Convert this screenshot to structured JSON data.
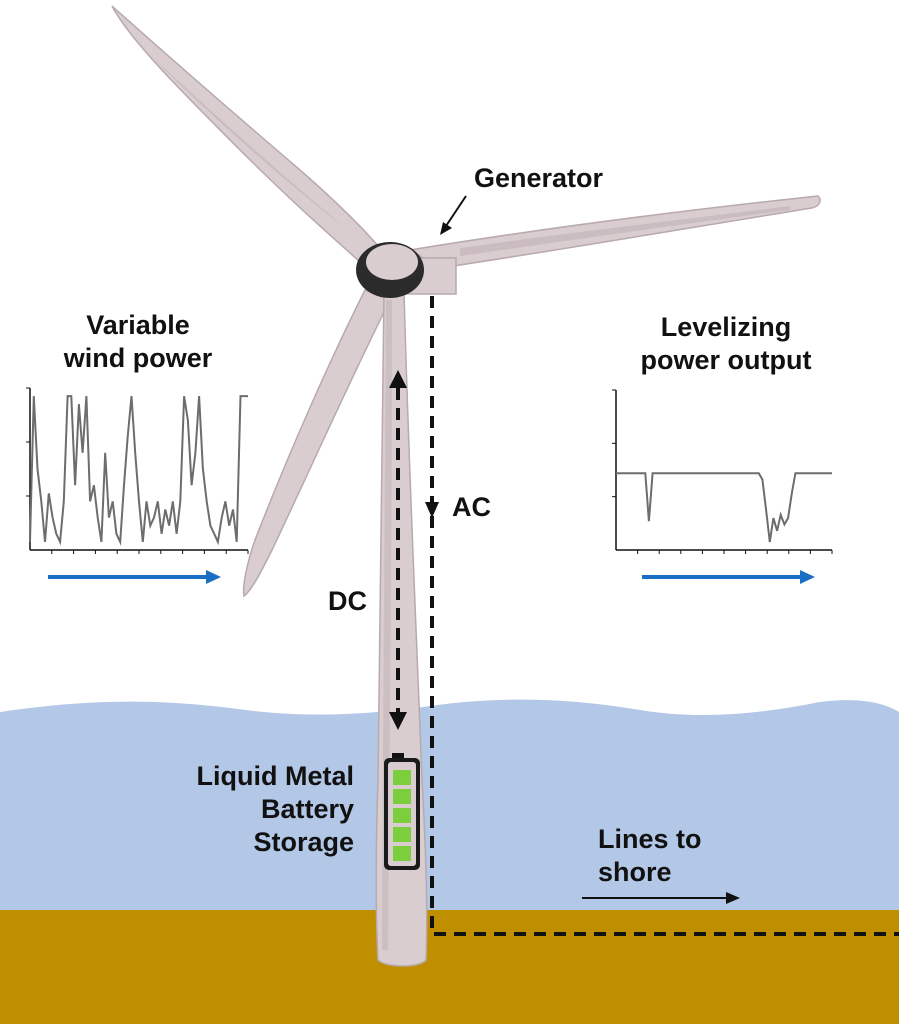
{
  "labels": {
    "generator": "Generator",
    "variable_wind_power": [
      "Variable",
      "wind power"
    ],
    "levelizing_power_output": [
      "Levelizing",
      "power output"
    ],
    "ac": "AC",
    "dc": "DC",
    "battery": [
      "Liquid Metal",
      "Battery",
      "Storage"
    ],
    "lines_to_shore": [
      "Lines to",
      "shore"
    ]
  },
  "battery_cells": 5,
  "colors": {
    "sky": "#ffffff",
    "sea": "#b3c7e6",
    "seabed": "#bf8f00",
    "turbine": "#d9cdd0",
    "turbine_shadow": "#b8a9ad",
    "hub": "#2b2b2b",
    "cable": "#111111",
    "arrow_blue": "#1a6fc4",
    "battery_cell": "#7ccf3c",
    "plot_line": "#6d6d6d"
  },
  "charts": {
    "variable_wind_power": {
      "description_type": "line",
      "y": [
        0.05,
        0.95,
        0.5,
        0.3,
        0.05,
        0.35,
        0.2,
        0.1,
        0.05,
        0.3,
        0.95,
        0.95,
        0.4,
        0.9,
        0.6,
        0.95,
        0.3,
        0.4,
        0.2,
        0.05,
        0.6,
        0.2,
        0.3,
        0.1,
        0.05,
        0.4,
        0.7,
        0.95,
        0.6,
        0.3,
        0.05,
        0.3,
        0.15,
        0.2,
        0.3,
        0.1,
        0.25,
        0.15,
        0.3,
        0.1,
        0.3,
        0.95,
        0.8,
        0.4,
        0.6,
        0.95,
        0.5,
        0.3,
        0.15,
        0.1,
        0.05,
        0.2,
        0.3,
        0.15,
        0.25,
        0.05,
        0.95,
        0.95,
        0.95
      ]
    },
    "levelizing_power_output": {
      "description_type": "line",
      "y": [
        0.48,
        0.48,
        0.48,
        0.48,
        0.48,
        0.48,
        0.48,
        0.48,
        0.48,
        0.18,
        0.48,
        0.48,
        0.48,
        0.48,
        0.48,
        0.48,
        0.48,
        0.48,
        0.48,
        0.48,
        0.48,
        0.48,
        0.48,
        0.48,
        0.48,
        0.48,
        0.48,
        0.48,
        0.48,
        0.48,
        0.48,
        0.48,
        0.48,
        0.48,
        0.48,
        0.48,
        0.48,
        0.48,
        0.48,
        0.48,
        0.44,
        0.25,
        0.05,
        0.2,
        0.12,
        0.22,
        0.16,
        0.2,
        0.35,
        0.48,
        0.48,
        0.48,
        0.48,
        0.48,
        0.48,
        0.48,
        0.48,
        0.48,
        0.48,
        0.48
      ]
    }
  }
}
